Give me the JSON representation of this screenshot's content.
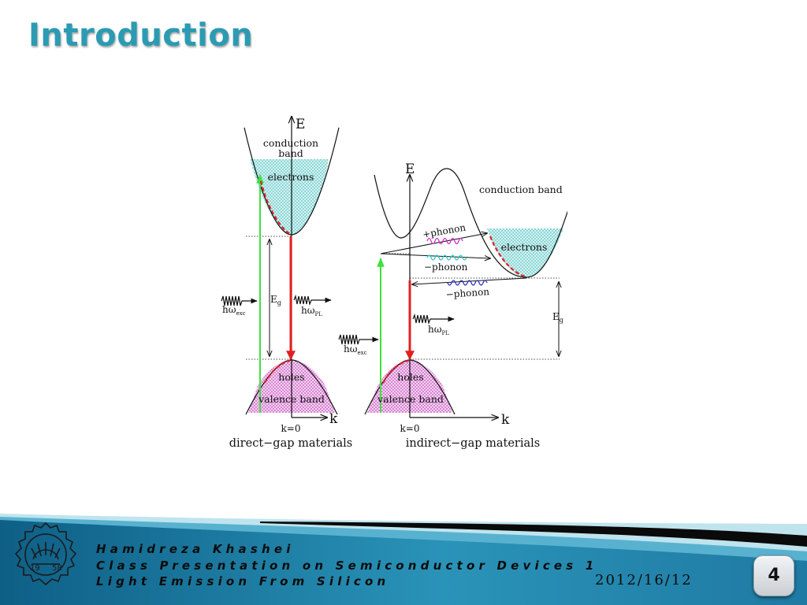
{
  "slide": {
    "title": "Introduction"
  },
  "diagram": {
    "left_panel": {
      "axis_e": "E",
      "axis_k": "k",
      "conduction_band": [
        "conduction",
        "band"
      ],
      "electrons": "electrons",
      "eg": "E",
      "eg_sub": "g",
      "hw_exc": "hω",
      "hw_exc_sub": "exc",
      "hw_pl": "hω",
      "hw_pl_sub": "PL",
      "holes": "holes",
      "valence_band": "valence band",
      "k0": "k=0",
      "caption": "direct−gap materials"
    },
    "right_panel": {
      "axis_e": "E",
      "axis_k": "k",
      "conduction_band": "conduction band",
      "plus_phonon": "+phonon",
      "minus_phonon_1": "−phonon",
      "minus_phonon_2": "−phonon",
      "electrons": "electrons",
      "eg": "E",
      "eg_sub": "g",
      "hw_exc": "hω",
      "hw_exc_sub": "exc",
      "hw_pl": "hω",
      "hw_pl_sub": "PL",
      "holes": "holes",
      "valence_band": "valence band",
      "k0": "k=0",
      "caption": "indirect−gap materials"
    },
    "colors": {
      "excitation_arrow": "#3ee03e",
      "emission_arrow": "#e02020",
      "electron_fill": "#8fd8d8",
      "hole_fill": "#e07ad8",
      "plus_phonon_wave": "#d030c8",
      "minus_phonon_wave_1": "#30c8c8",
      "minus_phonon_wave_2": "#3030c0"
    }
  },
  "footer": {
    "line_1": "Hamidreza Khashei",
    "line_2": "Class Presentation on Semiconductor Devices 1",
    "line_3": "Light Emission From Silicon",
    "date": "2012/16/12",
    "page_number": "4",
    "logo_year_left": "19",
    "logo_year_right": "58",
    "band_colors": [
      "#0e5f86",
      "#3aa6c6",
      "#9ed6e4"
    ]
  }
}
